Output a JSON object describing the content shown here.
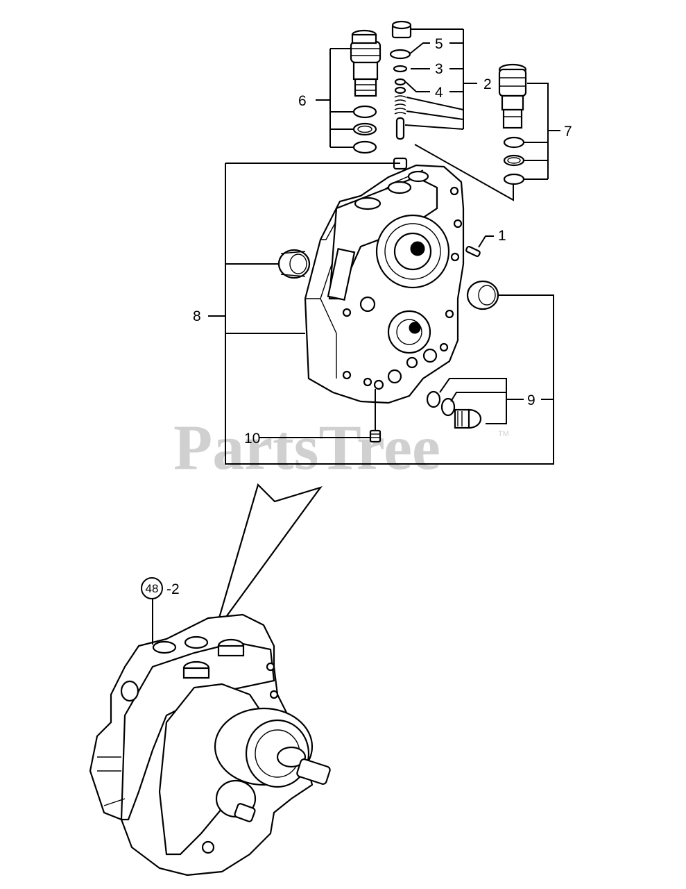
{
  "watermark": {
    "text": "PartsTree",
    "trademark": "TM"
  },
  "callouts": {
    "c1": "1",
    "c2": "2",
    "c3": "3",
    "c4": "4",
    "c5": "5",
    "c6": "6",
    "c7": "7",
    "c8": "8",
    "c9": "9",
    "c10": "10"
  },
  "reference": {
    "number": "48",
    "suffix": "-2"
  }
}
